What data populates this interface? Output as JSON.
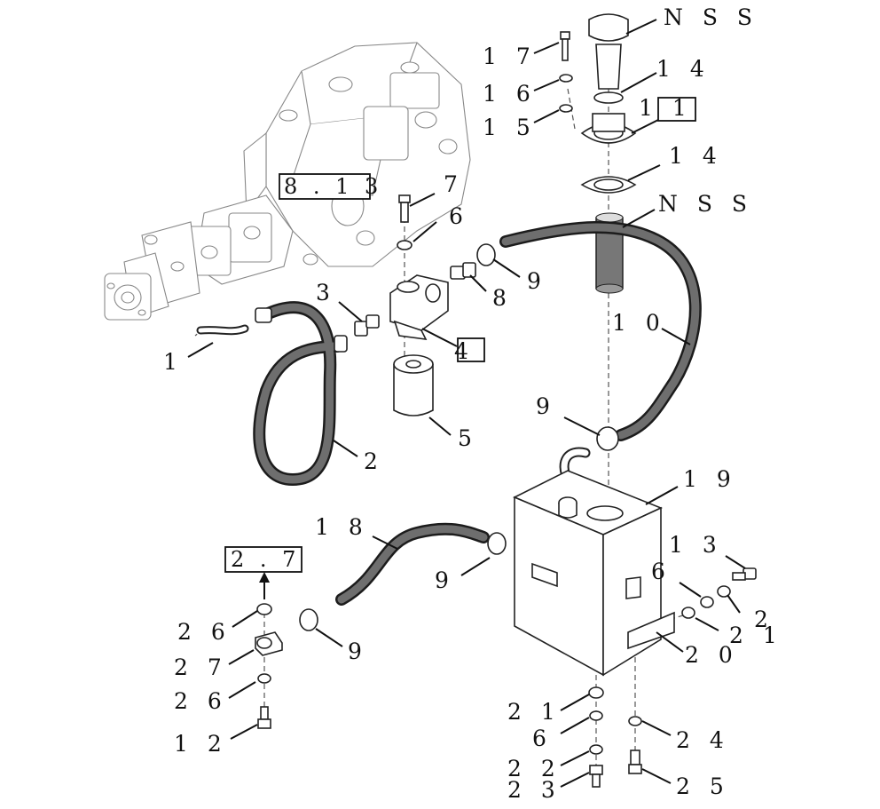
{
  "labels": {
    "nss_top": "N S S",
    "nss_mid": "N S S",
    "p17": "1 7",
    "p16": "1 6",
    "p15": "1 5",
    "p14a": "1 4",
    "p14b": "1 4",
    "p11": "1 1",
    "p7": "7",
    "p6a": "6",
    "p9a": "9",
    "p8": "8",
    "p3": "3",
    "p4": "4",
    "p1": "1",
    "p10": "1 0",
    "p9b": "9",
    "p5": "5",
    "p2": "2",
    "p19": "1 9",
    "p18": "1 8",
    "p9c": "9",
    "p13": "1 3",
    "p6b": "6",
    "p2b": "2",
    "p21a": "2 1",
    "p20": "2 0",
    "p26a": "2 6",
    "p9d": "9",
    "p27": "2 7",
    "p26b": "2 6",
    "p12": "1 2",
    "p21b": "2 1",
    "p6c": "6",
    "p24": "2 4",
    "p22": "2 2",
    "p23": "2 3",
    "p25": "2 5"
  },
  "refs": {
    "ref_8_13": "8 . 1 3",
    "ref_2_7": "2 . 7"
  }
}
